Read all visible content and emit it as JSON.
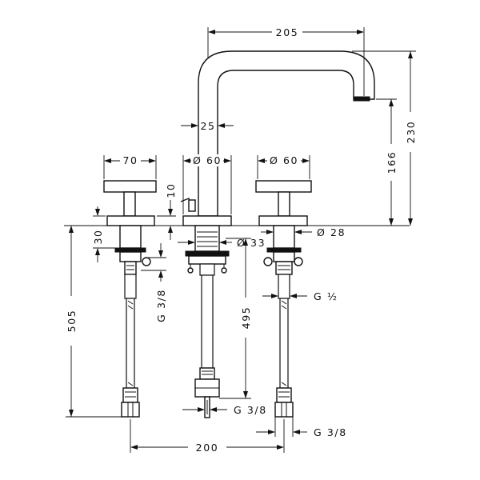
{
  "colors": {
    "line": "#111111",
    "background": "#ffffff"
  },
  "dimensions": {
    "spout_reach": "205",
    "spout_height": "230",
    "spout_outlet_height": "166",
    "spout_width": "25",
    "handle_width": "70",
    "handle_height": "10",
    "handle_body_height": "30",
    "spout_base_dia": "Ø 60",
    "right_base_dia": "Ø 60",
    "spout_shank_dia": "Ø 33",
    "valve_shank_dia": "Ø 28",
    "left_connection": "G 3/8",
    "supply_connection": "G ½",
    "hose_length": "495",
    "total_depth": "505",
    "center_connection": "G 3/8",
    "right_connection": "G 3/8",
    "center_spacing": "200"
  }
}
